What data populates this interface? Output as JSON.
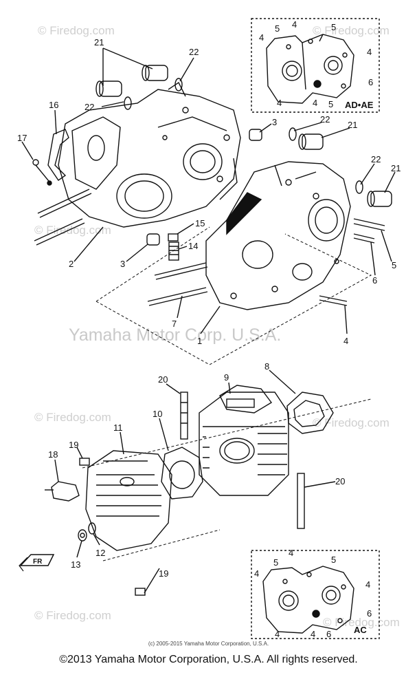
{
  "watermarks": {
    "site": "© Firedog.com",
    "center": "Yamaha Motor Corp. U.S.A."
  },
  "insets": {
    "top_tag": "AD•AE",
    "bottom_tag": "AC"
  },
  "fr_label": "FR",
  "labels": {
    "l21a": "21",
    "l22a": "22",
    "l16": "16",
    "l17": "17",
    "l22b": "22",
    "l3a": "3",
    "l2": "2",
    "l15": "15",
    "l14": "14",
    "l3b": "3",
    "l22c": "22",
    "l21b": "21",
    "l22d": "22",
    "l21c": "21",
    "l5a": "5",
    "l6a": "6",
    "l7": "7",
    "l1": "1",
    "l4a": "4",
    "l20a": "20",
    "l9": "9",
    "l8": "8",
    "l10": "10",
    "l11": "11",
    "l19a": "19",
    "l18": "18",
    "l12": "12",
    "l13": "13",
    "l19b": "19",
    "l20b": "20",
    "t4a": "4",
    "t5a": "5",
    "t4b": "4",
    "t5b": "5",
    "t4c": "4",
    "t6a": "6",
    "t4d": "4",
    "t4e": "4",
    "t5c": "5",
    "b4a": "4",
    "b5a": "5",
    "b4b": "4",
    "b5b": "5",
    "b4c": "4",
    "b6a": "6",
    "b4d": "4",
    "b4e": "4",
    "b6b": "6"
  },
  "small_copyright": "(c) 2005-2015 Yamaha Motor Corporation, U.S.A.",
  "copyright": "©2013 Yamaha Motor Corporation, U.S.A. All rights reserved."
}
